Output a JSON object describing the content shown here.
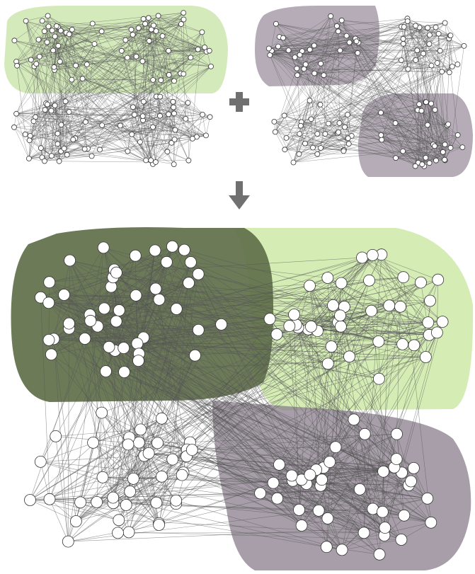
{
  "figure": {
    "panels": [
      {
        "id": "top-left",
        "region_highlight": "top-half",
        "color": "#cfe8b4"
      },
      {
        "id": "top-right",
        "region_highlight": "top-left-and-bottom-right-quadrants",
        "color": "#8e8090"
      },
      {
        "id": "bottom",
        "region_highlights": [
          {
            "region": "top-left-quadrant",
            "color": "#5f6f4a"
          },
          {
            "region": "top-right-quadrant",
            "color": "#d3ecb1"
          },
          {
            "region": "bottom-right-quadrant",
            "color": "#8a7e8c"
          }
        ]
      }
    ],
    "operator_icon": "plus-icon",
    "result_icon": "down-arrow-icon",
    "colors": {
      "edge": "#555555",
      "node_fill": "#ffffff",
      "node_stroke": "#333333",
      "operator": "#707070"
    }
  }
}
